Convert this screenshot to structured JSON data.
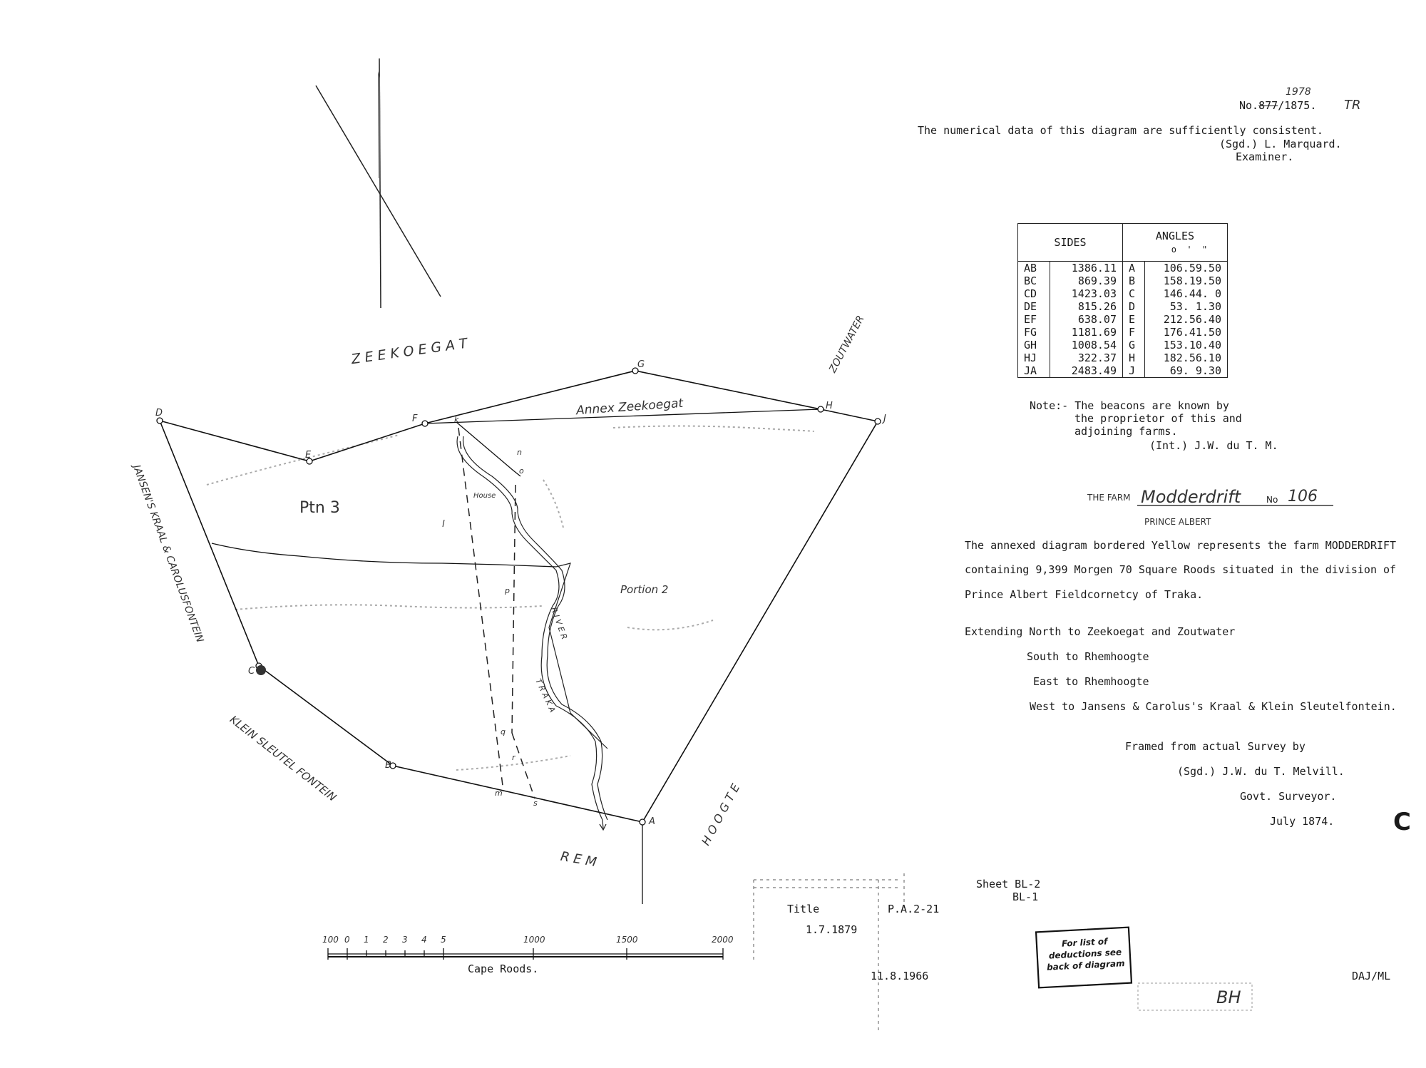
{
  "header": {
    "number_label": "No.",
    "number_struck": "877",
    "number_handwritten": "1978",
    "number_year": "/1875.",
    "initials": "TR"
  },
  "examiner": {
    "line1": "The numerical data of this diagram are sufficiently consistent.",
    "line2": "(Sgd.) L. Marquard.",
    "line3": "Examiner."
  },
  "table": {
    "sides_header": "SIDES",
    "angles_header": "ANGLES",
    "angle_units": "o  '  \"",
    "rows": [
      {
        "side": "AB",
        "length": "1386.11",
        "pt": "A",
        "angle": "106.59.50"
      },
      {
        "side": "BC",
        "length": "869.39",
        "pt": "B",
        "angle": "158.19.50"
      },
      {
        "side": "CD",
        "length": "1423.03",
        "pt": "C",
        "angle": "146.44. 0"
      },
      {
        "side": "DE",
        "length": "815.26",
        "pt": "D",
        "angle": "53. 1.30"
      },
      {
        "side": "EF",
        "length": "638.07",
        "pt": "E",
        "angle": "212.56.40"
      },
      {
        "side": "FG",
        "length": "1181.69",
        "pt": "F",
        "angle": "176.41.50"
      },
      {
        "side": "GH",
        "length": "1008.54",
        "pt": "G",
        "angle": "153.10.40"
      },
      {
        "side": "HJ",
        "length": "322.37",
        "pt": "H",
        "angle": "182.56.10"
      },
      {
        "side": "JA",
        "length": "2483.49",
        "pt": "J",
        "angle": "69. 9.30"
      }
    ]
  },
  "note": {
    "line1": "Note:- The beacons are known by",
    "line2": "the proprietor of this and",
    "line3": "adjoining farms.",
    "line4": "(Int.) J.W. du T. M."
  },
  "farm": {
    "prefix": "THE FARM",
    "name": "Modderdrift",
    "no_label": "No",
    "no": "106",
    "district": "PRINCE ALBERT"
  },
  "description": {
    "line1": "The annexed diagram bordered Yellow represents the farm MODDERDRIFT",
    "line2": "containing 9,399 Morgen 70 Square Roods situated in the division of",
    "line3": "Prince Albert Fieldcornetcy of Traka."
  },
  "extending": {
    "north": "Extending North to Zeekoegat and Zoutwater",
    "south": "South to Rhemhoogte",
    "east": "East to Rhemhoogte",
    "west": "West to Jansens & Carolus's Kraal & Klein Sleutelfontein."
  },
  "survey": {
    "line1": "Framed from actual Survey by",
    "line2": "(Sgd.) J.W. du T. Melvill.",
    "line3": "Govt. Surveyor.",
    "line4": "July 1874."
  },
  "margin_letter": "C",
  "sheet": {
    "line1": "Sheet BL-2",
    "line2": "BL-1"
  },
  "title_box": {
    "title": "Title",
    "ref": "P.A.2-21",
    "date1": "1.7.1879",
    "date2": "11.8.1966"
  },
  "stamp": {
    "line1": "For list of",
    "line2": "deductions see",
    "line3": "back of diagram"
  },
  "initials_bottom": "BH",
  "code_bottom": "DAJ/ML",
  "scale": {
    "ticks": [
      "100",
      "0",
      "1",
      "2",
      "3",
      "4",
      "5",
      "1000",
      "1500",
      "2000"
    ],
    "label": "Cape Roods."
  },
  "map_labels": {
    "zeekoegat": "Z E E K O E G A T",
    "zoutwater": "ZOUTWATER",
    "annex": "Annex Zeekoegat",
    "west": "JANSEN'S KRAAL & CAROLUSFONTEIN",
    "klein": "KLEIN SLEUTEL FONTEIN",
    "hoogte": "H O O G T E",
    "rem": "R E M",
    "portion2": "Portion 2",
    "ptn3": "Ptn 3",
    "house": "House",
    "river": "R I V E R",
    "traka": "T R A K A"
  },
  "beacons": {
    "A": "A",
    "B": "B",
    "C": "C",
    "D": "D",
    "E": "E",
    "F": "F",
    "G": "G",
    "H": "H",
    "J": "J"
  },
  "sub_labels": {
    "k": "k",
    "n": "n",
    "o": "o",
    "p": "p",
    "q": "q",
    "r": "r",
    "m": "m",
    "s": "s",
    "l": "l"
  }
}
